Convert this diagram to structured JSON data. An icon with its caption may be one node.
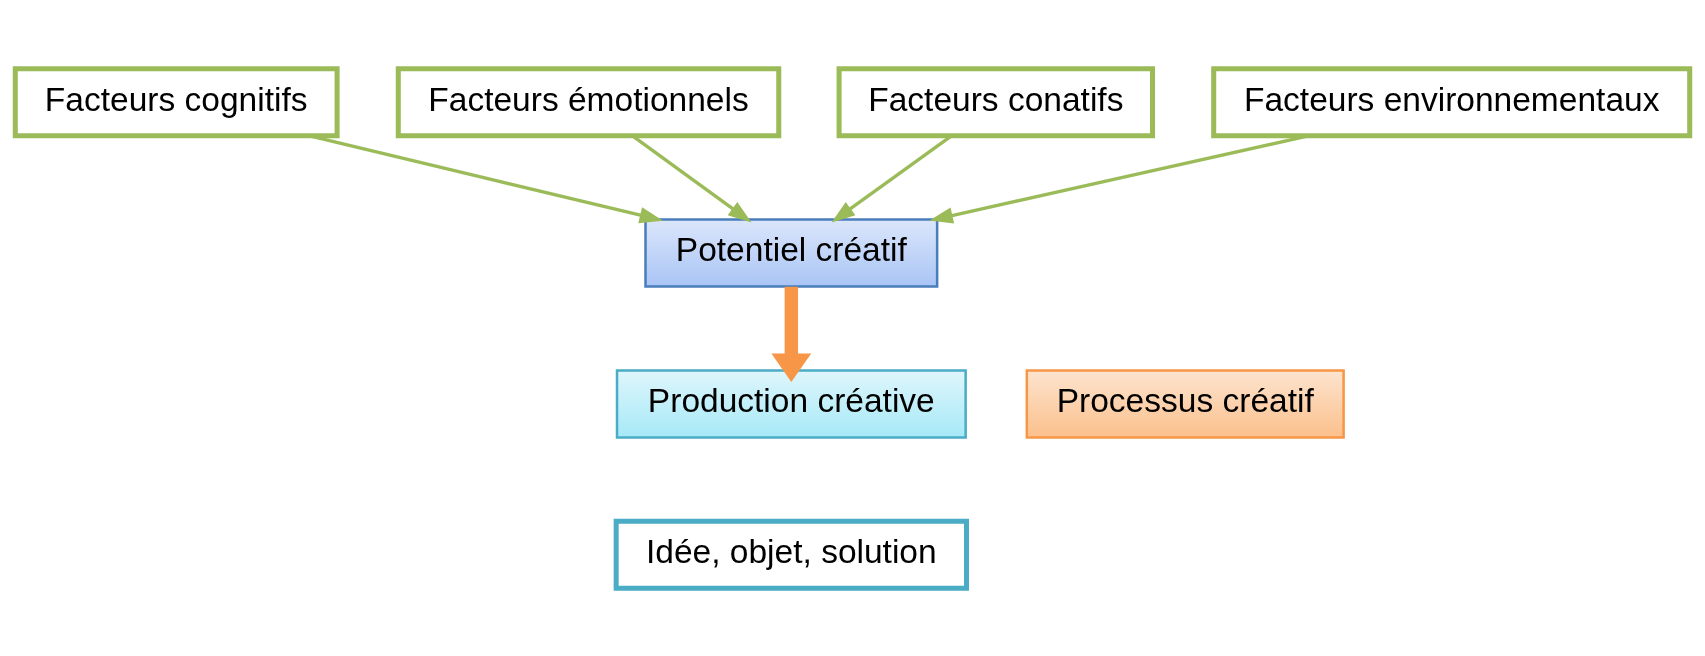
{
  "diagram": {
    "nodes": [
      {
        "text": [
          "Facteurs cognitifs"
        ]
      },
      {
        "text": [
          "Facteurs émotionnels"
        ]
      },
      {
        "text": [
          "Facteurs conatifs"
        ]
      },
      {
        "text": [
          "Facteurs environnementaux"
        ]
      },
      {
        "text": [
          "Potentiel créatif"
        ]
      },
      {
        "text": [
          "Processus créatif"
        ]
      },
      {
        "text": [
          "Production créative"
        ]
      },
      {
        "text": [
          "Idée, objet, solution"
        ]
      }
    ],
    "edges": [
      {
        "from": 0,
        "to": 4,
        "arrow": "to"
      },
      {
        "from": 1,
        "to": 4,
        "arrow": "to"
      },
      {
        "from": 2,
        "to": 4,
        "arrow": "to"
      },
      {
        "from": 3,
        "to": 4,
        "arrow": "to"
      },
      {
        "from": 4,
        "to": 6,
        "arrow": "to",
        "style": "thick",
        "color": "#f79646"
      }
    ]
  }
}
